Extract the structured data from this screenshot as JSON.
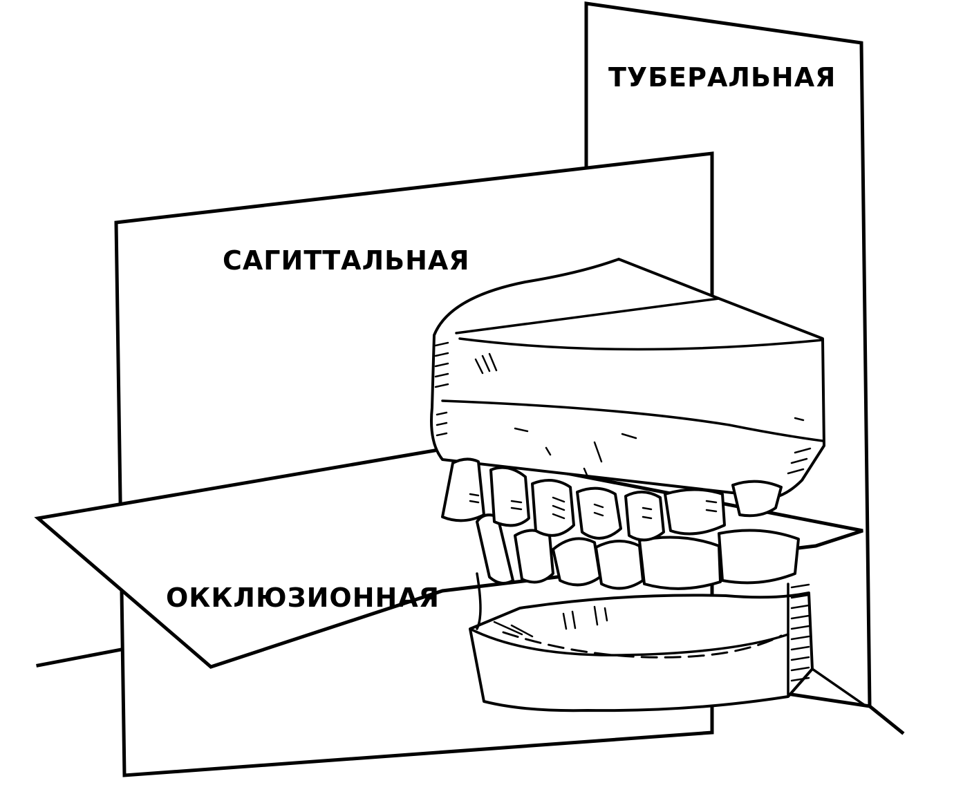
{
  "labels": {
    "tuberal": "ТУБЕРАЛЬНАЯ",
    "sagittal": "САГИТТАЛЬНАЯ",
    "occlusal": "ОККЛЮЗИОННАЯ"
  },
  "colors": {
    "ink": "#000000",
    "paper": "#ffffff"
  }
}
